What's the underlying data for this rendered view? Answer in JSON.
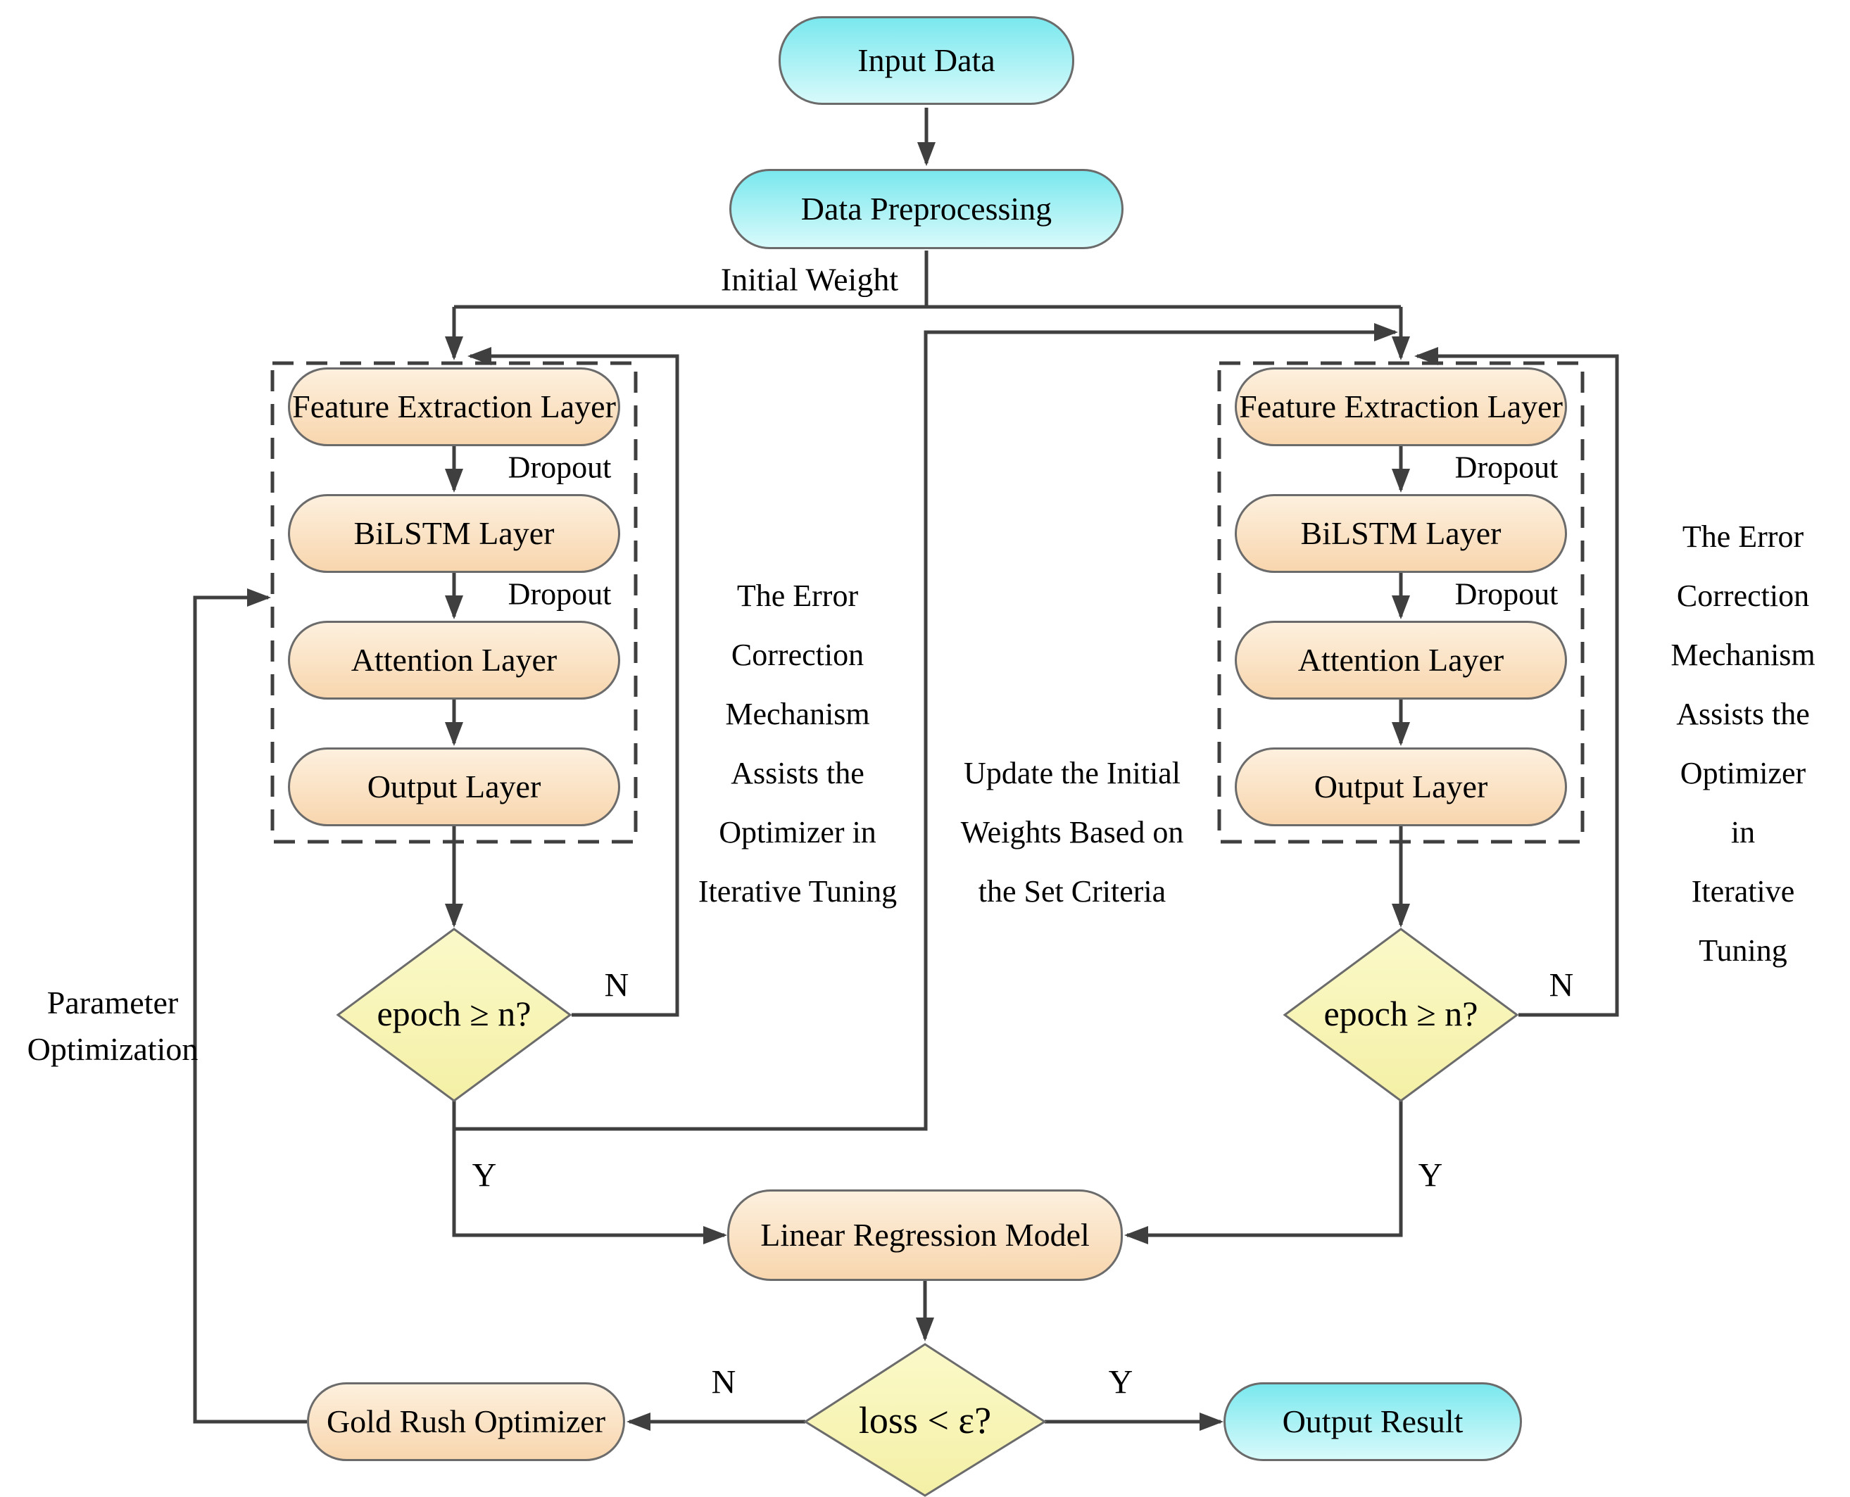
{
  "colors": {
    "cyanTop": "#7ae8ee",
    "cyanBottom": "#d8fafb",
    "peachTop": "#fdf0de",
    "peachBottom": "#f8d6ae",
    "yellowTop": "#fbf9c9",
    "yellowBottom": "#f4f0a6",
    "line": "#3f3f3f"
  },
  "top": {
    "input_data": "Input Data",
    "data_preprocessing": "Data Preprocessing",
    "initial_weight": "Initial Weight"
  },
  "branch_left": {
    "layers": [
      "Feature Extraction Layer",
      "BiLSTM Layer",
      "Attention Layer",
      "Output Layer"
    ],
    "dropout_1": "Dropout",
    "dropout_2": "Dropout",
    "decision": "epoch ≥ n?",
    "no_label": "N",
    "yes_label": "Y",
    "annotation": "The Error\nCorrection\nMechanism\nAssists the\nOptimizer in\nIterative Tuning"
  },
  "branch_right": {
    "layers": [
      "Feature Extraction Layer",
      "BiLSTM Layer",
      "Attention Layer",
      "Output Layer"
    ],
    "dropout_1": "Dropout",
    "dropout_2": "Dropout",
    "decision": "epoch ≥ n?",
    "no_label": "N",
    "yes_label": "Y",
    "annotation": "The Error\nCorrection\nMechanism\nAssists the\nOptimizer in\nIterative Tuning"
  },
  "middle": {
    "update_note": "Update the Initial\nWeights Based on\nthe Set Criteria",
    "parameter_note": "Parameter\nOptimization"
  },
  "bottom": {
    "linear_regression": "Linear Regression Model",
    "loss_decision": "loss < ε?",
    "no_label": "N",
    "yes_label": "Y",
    "gold_rush": "Gold Rush Optimizer",
    "output_result": "Output Result"
  }
}
